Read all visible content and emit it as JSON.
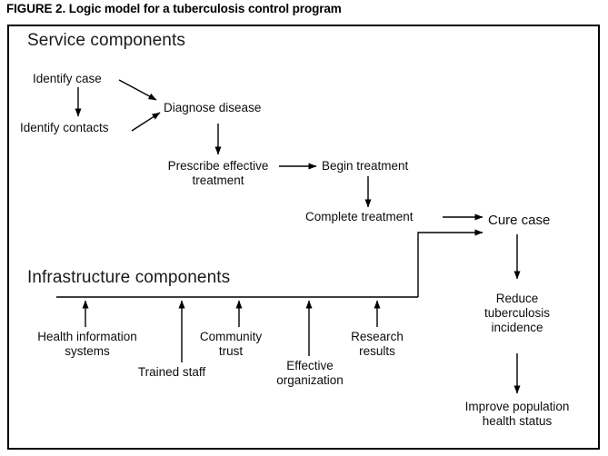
{
  "figure": {
    "title": "FIGURE 2. Logic model for a tuberculosis control program"
  },
  "sections": {
    "service": {
      "header": "Service components"
    },
    "infrastructure": {
      "header": "Infrastructure components"
    }
  },
  "service_nodes": {
    "identify_case": "Identify case",
    "identify_contacts": "Identify contacts",
    "diagnose_disease": "Diagnose disease",
    "prescribe_line1": "Prescribe effective",
    "prescribe_line2": "treatment",
    "begin_treatment": "Begin treatment",
    "complete_treatment": "Complete treatment",
    "cure_case": "Cure case"
  },
  "outcome_nodes": {
    "reduce_line1": "Reduce",
    "reduce_line2": "tuberculosis",
    "reduce_line3": "incidence",
    "improve_line1": "Improve population",
    "improve_line2": "health status"
  },
  "infrastructure_items": [
    {
      "line1": "Health information",
      "line2": "systems"
    },
    {
      "line1": "Trained staff",
      "line2": ""
    },
    {
      "line1": "Community",
      "line2": "trust"
    },
    {
      "line1": "Effective",
      "line2": "organization"
    },
    {
      "line1": "Research",
      "line2": "results"
    }
  ],
  "colors": {
    "ink": "#000000",
    "background": "#ffffff",
    "frame": "#000000"
  }
}
